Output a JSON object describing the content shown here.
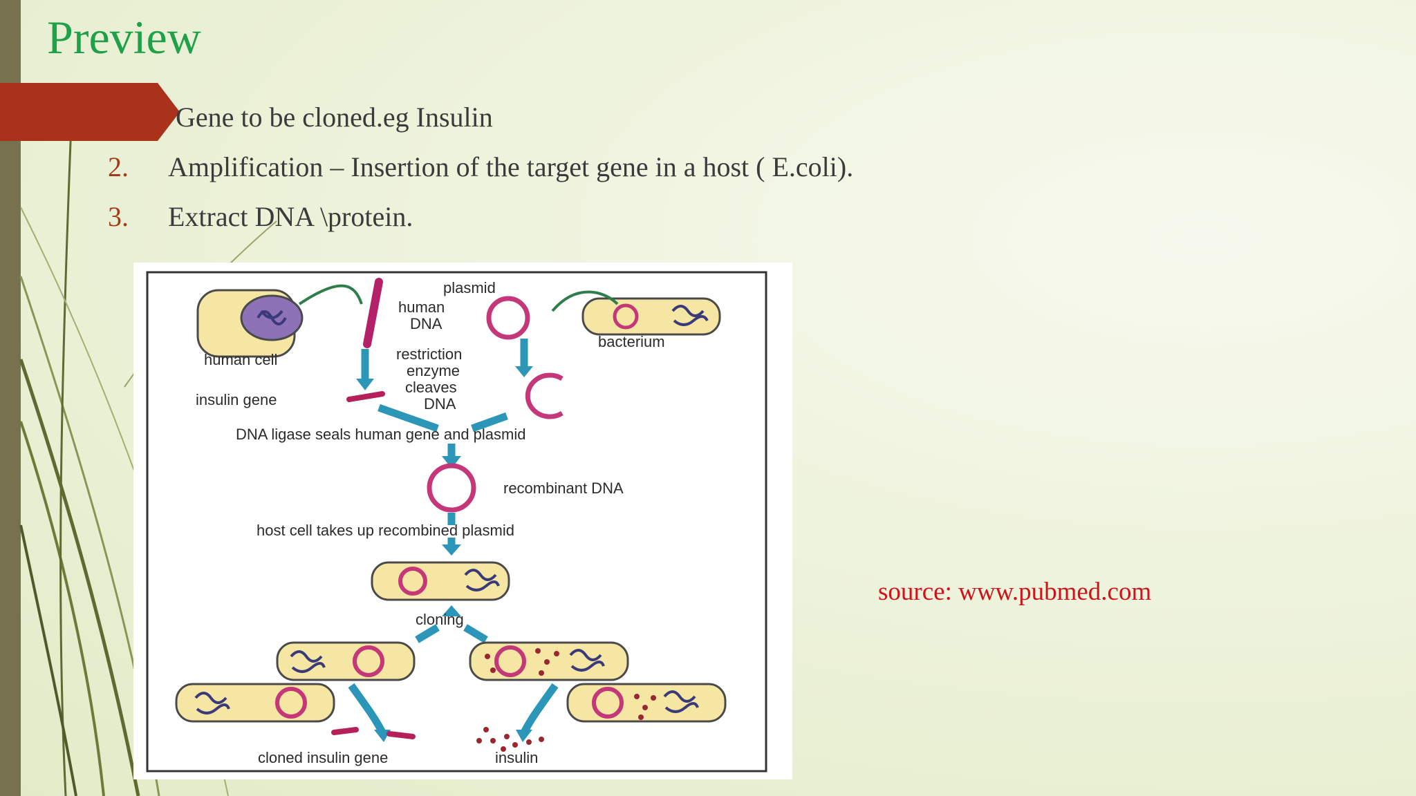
{
  "slide": {
    "title": "Preview",
    "items": [
      {
        "number": "",
        "text": "Gene to be cloned.eg Insulin"
      },
      {
        "number": "2.",
        "text": "Amplification – Insertion of the target gene in a host ( E.coli)."
      },
      {
        "number": "3.",
        "text": "Extract DNA \\protein."
      }
    ],
    "source": "source: www.pubmed.com"
  },
  "diagram": {
    "labels": {
      "plasmid": "plasmid",
      "human": "human",
      "dna_word": "DNA",
      "bacterium": "bacterium",
      "human_cell": "human cell",
      "restriction": "restriction",
      "enzyme": "enzyme",
      "cleaves": "cleaves",
      "cleaves_dna": "DNA",
      "insulin_gene": "insulin gene",
      "ligase": "DNA ligase seals human gene and plasmid",
      "recombinant": "recombinant DNA",
      "host": "host cell takes up recombined plasmid",
      "cloning": "cloning",
      "cloned_gene": "cloned insulin gene",
      "insulin": "insulin"
    }
  },
  "colors": {
    "title": "#1fa049",
    "number": "#a33a1a",
    "source": "#d0121a",
    "ribbon": "#a8321a",
    "side_bar": "#77714f"
  }
}
